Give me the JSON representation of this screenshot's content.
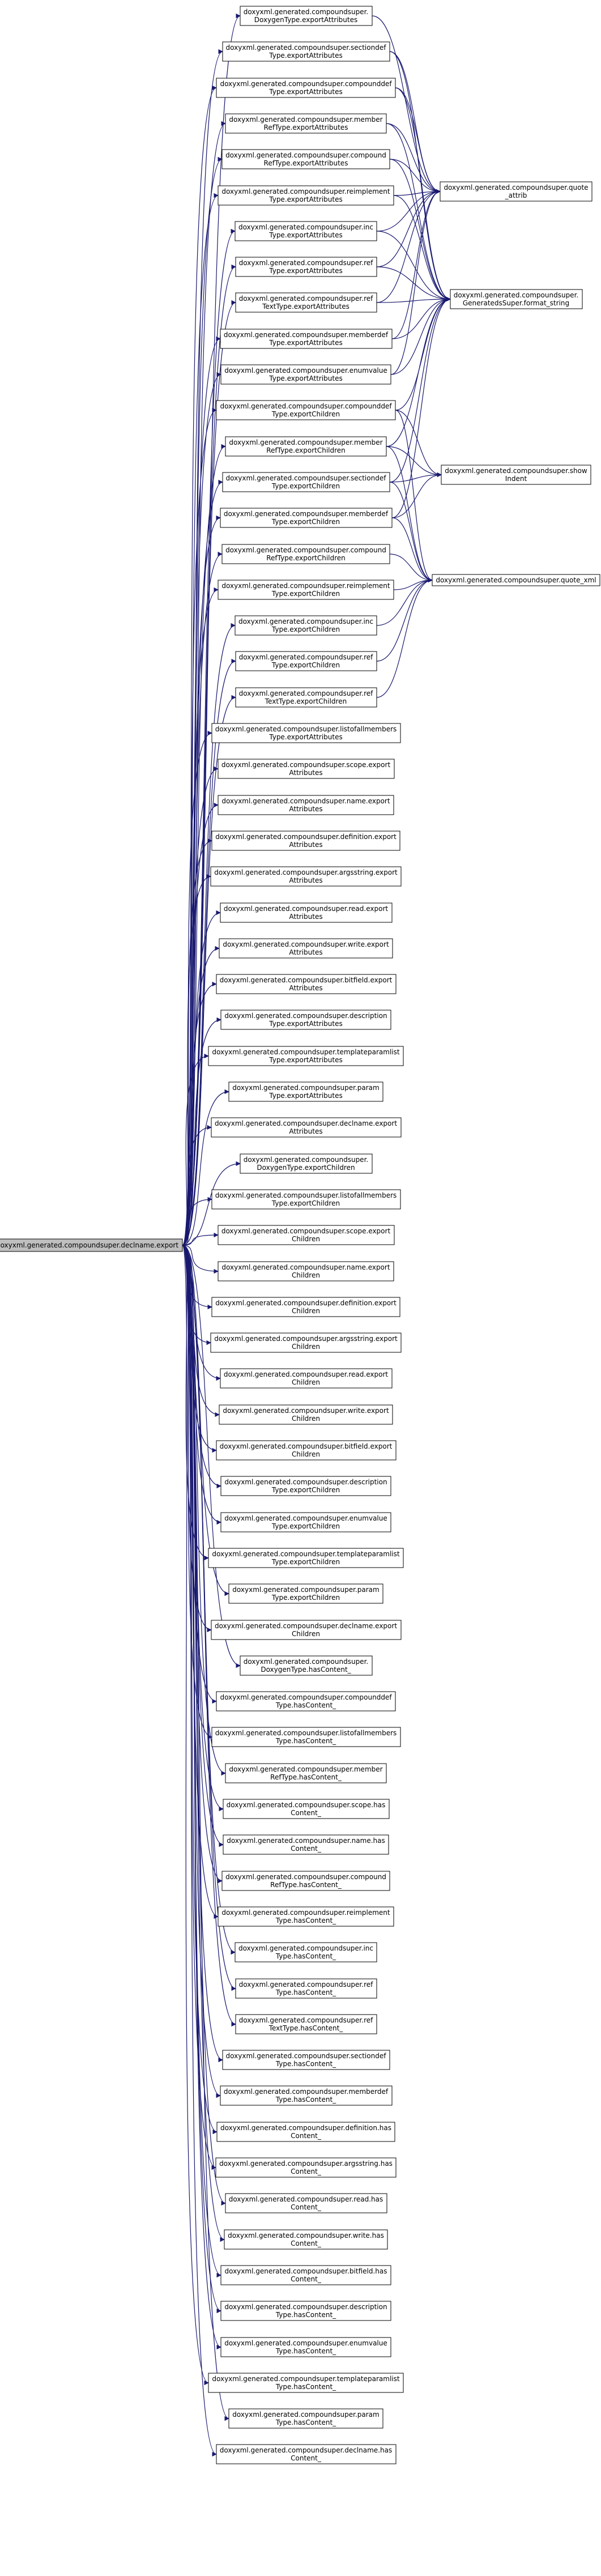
{
  "diagram": {
    "root": {
      "id": "root",
      "lines": [
        "doxyxml.generated.compoundsuper.declname.export"
      ]
    },
    "nodes": [
      {
        "id": "n0",
        "lines": [
          "doxyxml.generated.compoundsuper.",
          "DoxygenType.exportAttributes"
        ]
      },
      {
        "id": "n1",
        "lines": [
          "doxyxml.generated.compoundsuper.sectiondef",
          "Type.exportAttributes"
        ]
      },
      {
        "id": "n2",
        "lines": [
          "doxyxml.generated.compoundsuper.compounddef",
          "Type.exportAttributes"
        ]
      },
      {
        "id": "n3",
        "lines": [
          "doxyxml.generated.compoundsuper.member",
          "RefType.exportAttributes"
        ]
      },
      {
        "id": "n4",
        "lines": [
          "doxyxml.generated.compoundsuper.compound",
          "RefType.exportAttributes"
        ]
      },
      {
        "id": "n5",
        "lines": [
          "doxyxml.generated.compoundsuper.reimplement",
          "Type.exportAttributes"
        ]
      },
      {
        "id": "n6",
        "lines": [
          "doxyxml.generated.compoundsuper.inc",
          "Type.exportAttributes"
        ]
      },
      {
        "id": "n7",
        "lines": [
          "doxyxml.generated.compoundsuper.ref",
          "Type.exportAttributes"
        ]
      },
      {
        "id": "n8",
        "lines": [
          "doxyxml.generated.compoundsuper.ref",
          "TextType.exportAttributes"
        ]
      },
      {
        "id": "n9",
        "lines": [
          "doxyxml.generated.compoundsuper.memberdef",
          "Type.exportAttributes"
        ]
      },
      {
        "id": "n10",
        "lines": [
          "doxyxml.generated.compoundsuper.enumvalue",
          "Type.exportAttributes"
        ]
      },
      {
        "id": "n11",
        "lines": [
          "doxyxml.generated.compoundsuper.compounddef",
          "Type.exportChildren"
        ]
      },
      {
        "id": "n12",
        "lines": [
          "doxyxml.generated.compoundsuper.member",
          "RefType.exportChildren"
        ]
      },
      {
        "id": "n13",
        "lines": [
          "doxyxml.generated.compoundsuper.sectiondef",
          "Type.exportChildren"
        ]
      },
      {
        "id": "n14",
        "lines": [
          "doxyxml.generated.compoundsuper.memberdef",
          "Type.exportChildren"
        ]
      },
      {
        "id": "n15",
        "lines": [
          "doxyxml.generated.compoundsuper.compound",
          "RefType.exportChildren"
        ]
      },
      {
        "id": "n16",
        "lines": [
          "doxyxml.generated.compoundsuper.reimplement",
          "Type.exportChildren"
        ]
      },
      {
        "id": "n17",
        "lines": [
          "doxyxml.generated.compoundsuper.inc",
          "Type.exportChildren"
        ]
      },
      {
        "id": "n18",
        "lines": [
          "doxyxml.generated.compoundsuper.ref",
          "Type.exportChildren"
        ]
      },
      {
        "id": "n19",
        "lines": [
          "doxyxml.generated.compoundsuper.ref",
          "TextType.exportChildren"
        ]
      },
      {
        "id": "n20",
        "lines": [
          "doxyxml.generated.compoundsuper.listofallmembers",
          "Type.exportAttributes"
        ]
      },
      {
        "id": "n21",
        "lines": [
          "doxyxml.generated.compoundsuper.scope.export",
          "Attributes"
        ]
      },
      {
        "id": "n22",
        "lines": [
          "doxyxml.generated.compoundsuper.name.export",
          "Attributes"
        ]
      },
      {
        "id": "n23",
        "lines": [
          "doxyxml.generated.compoundsuper.definition.export",
          "Attributes"
        ]
      },
      {
        "id": "n24",
        "lines": [
          "doxyxml.generated.compoundsuper.argsstring.export",
          "Attributes"
        ]
      },
      {
        "id": "n25",
        "lines": [
          "doxyxml.generated.compoundsuper.read.export",
          "Attributes"
        ]
      },
      {
        "id": "n26",
        "lines": [
          "doxyxml.generated.compoundsuper.write.export",
          "Attributes"
        ]
      },
      {
        "id": "n27",
        "lines": [
          "doxyxml.generated.compoundsuper.bitfield.export",
          "Attributes"
        ]
      },
      {
        "id": "n28",
        "lines": [
          "doxyxml.generated.compoundsuper.description",
          "Type.exportAttributes"
        ]
      },
      {
        "id": "n29",
        "lines": [
          "doxyxml.generated.compoundsuper.templateparamlist",
          "Type.exportAttributes"
        ]
      },
      {
        "id": "n30",
        "lines": [
          "doxyxml.generated.compoundsuper.param",
          "Type.exportAttributes"
        ]
      },
      {
        "id": "n31",
        "lines": [
          "doxyxml.generated.compoundsuper.declname.export",
          "Attributes"
        ]
      },
      {
        "id": "n32",
        "lines": [
          "doxyxml.generated.compoundsuper.",
          "DoxygenType.exportChildren"
        ]
      },
      {
        "id": "n33",
        "lines": [
          "doxyxml.generated.compoundsuper.listofallmembers",
          "Type.exportChildren"
        ]
      },
      {
        "id": "n34",
        "lines": [
          "doxyxml.generated.compoundsuper.scope.export",
          "Children"
        ]
      },
      {
        "id": "n35",
        "lines": [
          "doxyxml.generated.compoundsuper.name.export",
          "Children"
        ]
      },
      {
        "id": "n36",
        "lines": [
          "doxyxml.generated.compoundsuper.definition.export",
          "Children"
        ]
      },
      {
        "id": "n37",
        "lines": [
          "doxyxml.generated.compoundsuper.argsstring.export",
          "Children"
        ]
      },
      {
        "id": "n38",
        "lines": [
          "doxyxml.generated.compoundsuper.read.export",
          "Children"
        ]
      },
      {
        "id": "n39",
        "lines": [
          "doxyxml.generated.compoundsuper.write.export",
          "Children"
        ]
      },
      {
        "id": "n40",
        "lines": [
          "doxyxml.generated.compoundsuper.bitfield.export",
          "Children"
        ]
      },
      {
        "id": "n41",
        "lines": [
          "doxyxml.generated.compoundsuper.description",
          "Type.exportChildren"
        ]
      },
      {
        "id": "n42",
        "lines": [
          "doxyxml.generated.compoundsuper.enumvalue",
          "Type.exportChildren"
        ]
      },
      {
        "id": "n43",
        "lines": [
          "doxyxml.generated.compoundsuper.templateparamlist",
          "Type.exportChildren"
        ]
      },
      {
        "id": "n44",
        "lines": [
          "doxyxml.generated.compoundsuper.param",
          "Type.exportChildren"
        ]
      },
      {
        "id": "n45",
        "lines": [
          "doxyxml.generated.compoundsuper.declname.export",
          "Children"
        ]
      },
      {
        "id": "n46",
        "lines": [
          "doxyxml.generated.compoundsuper.",
          "DoxygenType.hasContent_"
        ]
      },
      {
        "id": "n47",
        "lines": [
          "doxyxml.generated.compoundsuper.compounddef",
          "Type.hasContent_"
        ]
      },
      {
        "id": "n48",
        "lines": [
          "doxyxml.generated.compoundsuper.listofallmembers",
          "Type.hasContent_"
        ]
      },
      {
        "id": "n49",
        "lines": [
          "doxyxml.generated.compoundsuper.member",
          "RefType.hasContent_"
        ]
      },
      {
        "id": "n50",
        "lines": [
          "doxyxml.generated.compoundsuper.scope.has",
          "Content_"
        ]
      },
      {
        "id": "n51",
        "lines": [
          "doxyxml.generated.compoundsuper.name.has",
          "Content_"
        ]
      },
      {
        "id": "n52",
        "lines": [
          "doxyxml.generated.compoundsuper.compound",
          "RefType.hasContent_"
        ]
      },
      {
        "id": "n53",
        "lines": [
          "doxyxml.generated.compoundsuper.reimplement",
          "Type.hasContent_"
        ]
      },
      {
        "id": "n54",
        "lines": [
          "doxyxml.generated.compoundsuper.inc",
          "Type.hasContent_"
        ]
      },
      {
        "id": "n55",
        "lines": [
          "doxyxml.generated.compoundsuper.ref",
          "Type.hasContent_"
        ]
      },
      {
        "id": "n56",
        "lines": [
          "doxyxml.generated.compoundsuper.ref",
          "TextType.hasContent_"
        ]
      },
      {
        "id": "n57",
        "lines": [
          "doxyxml.generated.compoundsuper.sectiondef",
          "Type.hasContent_"
        ]
      },
      {
        "id": "n58",
        "lines": [
          "doxyxml.generated.compoundsuper.memberdef",
          "Type.hasContent_"
        ]
      },
      {
        "id": "n59",
        "lines": [
          "doxyxml.generated.compoundsuper.definition.has",
          "Content_"
        ]
      },
      {
        "id": "n60",
        "lines": [
          "doxyxml.generated.compoundsuper.argsstring.has",
          "Content_"
        ]
      },
      {
        "id": "n61",
        "lines": [
          "doxyxml.generated.compoundsuper.read.has",
          "Content_"
        ]
      },
      {
        "id": "n62",
        "lines": [
          "doxyxml.generated.compoundsuper.write.has",
          "Content_"
        ]
      },
      {
        "id": "n63",
        "lines": [
          "doxyxml.generated.compoundsuper.bitfield.has",
          "Content_"
        ]
      },
      {
        "id": "n64",
        "lines": [
          "doxyxml.generated.compoundsuper.description",
          "Type.hasContent_"
        ]
      },
      {
        "id": "n65",
        "lines": [
          "doxyxml.generated.compoundsuper.enumvalue",
          "Type.hasContent_"
        ]
      },
      {
        "id": "n66",
        "lines": [
          "doxyxml.generated.compoundsuper.templateparamlist",
          "Type.hasContent_"
        ]
      },
      {
        "id": "n67",
        "lines": [
          "doxyxml.generated.compoundsuper.param",
          "Type.hasContent_"
        ]
      },
      {
        "id": "n68",
        "lines": [
          "doxyxml.generated.compoundsuper.declname.has",
          "Content_"
        ]
      }
    ],
    "targets": [
      {
        "id": "t_quote_attrib",
        "lines": [
          "doxyxml.generated.compoundsuper.quote",
          "_attrib"
        ]
      },
      {
        "id": "t_format_string",
        "lines": [
          "doxyxml.generated.compoundsuper.",
          "GeneratedsSuper.format_string"
        ]
      },
      {
        "id": "t_showIndent",
        "lines": [
          "doxyxml.generated.compoundsuper.show",
          "Indent"
        ]
      },
      {
        "id": "t_quote_xml",
        "lines": [
          "doxyxml.generated.compoundsuper.quote_xml"
        ]
      }
    ],
    "edges": [
      [
        "n0",
        "t_quote_attrib"
      ],
      [
        "n1",
        "t_quote_attrib"
      ],
      [
        "n1",
        "t_format_string"
      ],
      [
        "n2",
        "t_quote_attrib"
      ],
      [
        "n2",
        "t_format_string"
      ],
      [
        "n3",
        "t_quote_attrib"
      ],
      [
        "n3",
        "t_format_string"
      ],
      [
        "n4",
        "t_quote_attrib"
      ],
      [
        "n4",
        "t_format_string"
      ],
      [
        "n5",
        "t_quote_attrib"
      ],
      [
        "n5",
        "t_format_string"
      ],
      [
        "n6",
        "t_quote_attrib"
      ],
      [
        "n6",
        "t_format_string"
      ],
      [
        "n7",
        "t_quote_attrib"
      ],
      [
        "n7",
        "t_format_string"
      ],
      [
        "n8",
        "t_quote_attrib"
      ],
      [
        "n8",
        "t_format_string"
      ],
      [
        "n9",
        "t_quote_attrib"
      ],
      [
        "n9",
        "t_format_string"
      ],
      [
        "n10",
        "t_quote_attrib"
      ],
      [
        "n10",
        "t_format_string"
      ],
      [
        "n11",
        "t_format_string"
      ],
      [
        "n11",
        "t_showIndent"
      ],
      [
        "n11",
        "t_quote_xml"
      ],
      [
        "n12",
        "t_format_string"
      ],
      [
        "n12",
        "t_showIndent"
      ],
      [
        "n12",
        "t_quote_xml"
      ],
      [
        "n13",
        "t_format_string"
      ],
      [
        "n13",
        "t_showIndent"
      ],
      [
        "n13",
        "t_quote_xml"
      ],
      [
        "n14",
        "t_format_string"
      ],
      [
        "n14",
        "t_showIndent"
      ],
      [
        "n14",
        "t_quote_xml"
      ],
      [
        "n15",
        "t_quote_xml"
      ],
      [
        "n16",
        "t_quote_xml"
      ],
      [
        "n17",
        "t_quote_xml"
      ],
      [
        "n18",
        "t_quote_xml"
      ],
      [
        "n19",
        "t_quote_xml"
      ]
    ]
  }
}
